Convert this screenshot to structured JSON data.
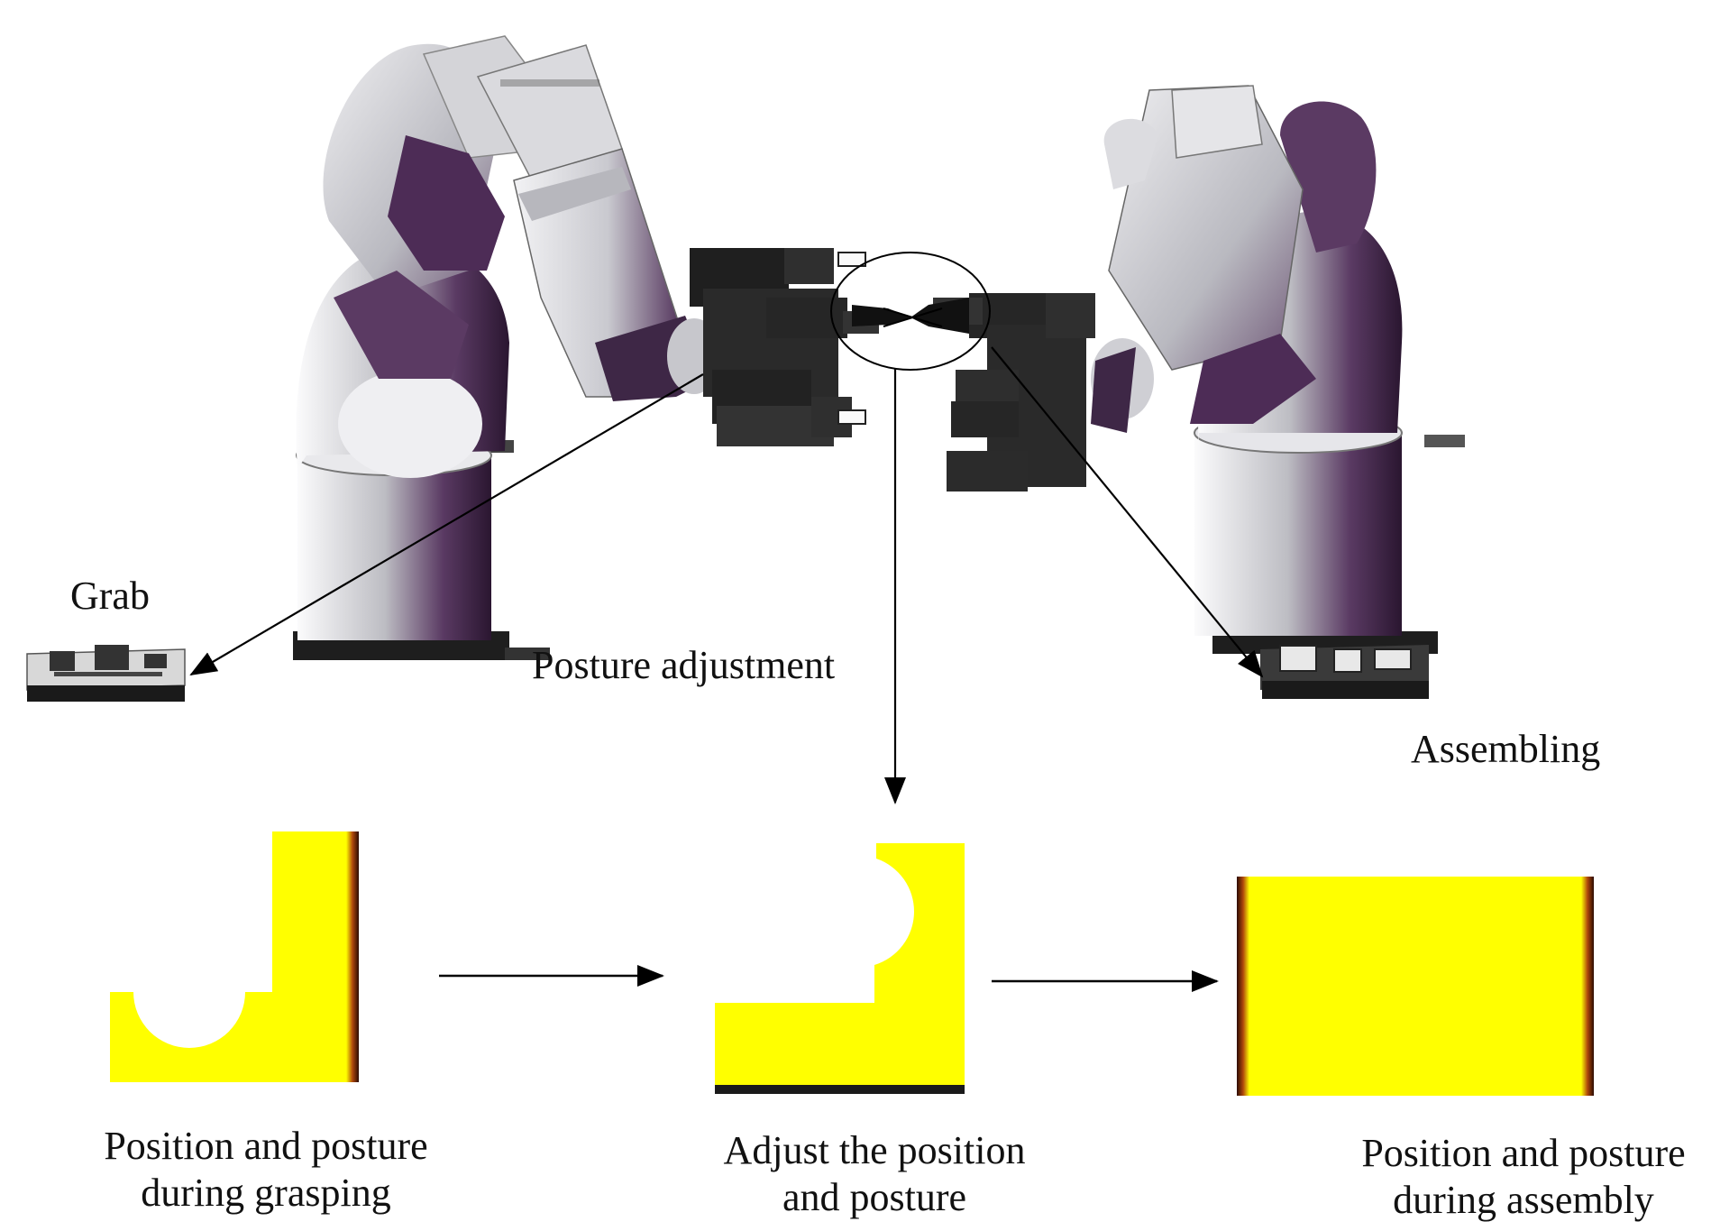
{
  "labels": {
    "grab": "Grab",
    "posture_adjustment": "Posture adjustment",
    "assembling": "Assembling",
    "caption_grasping_line1": "Position and posture",
    "caption_grasping_line2": "during grasping",
    "caption_adjust_line1": "Adjust the position",
    "caption_adjust_line2": "and posture",
    "caption_assembly_line1": "Position and posture",
    "caption_assembly_line2": "during assembly"
  },
  "colors": {
    "part_fill": "#ffff00",
    "part_edge_dark": "#2a0b00",
    "part_edge_mid": "#b0480c",
    "robot_light": "#d9d9dc",
    "robot_purple": "#4d2c56",
    "gripper_dark": "#222222",
    "line": "#000000"
  }
}
